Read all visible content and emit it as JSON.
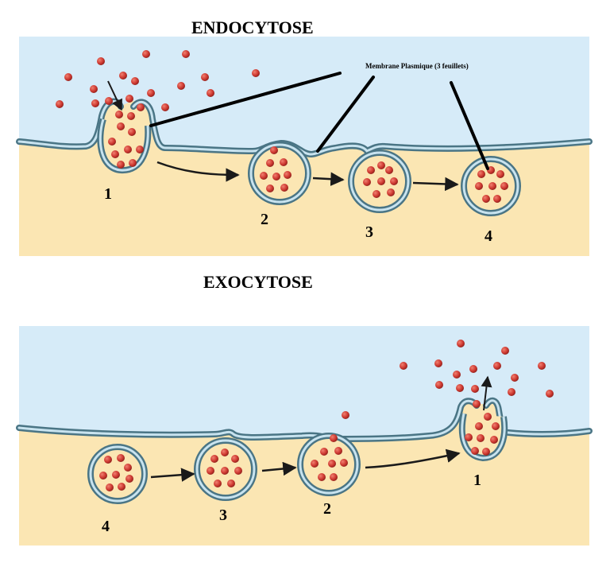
{
  "titles": {
    "endocytose": "ENDOCYTOSE",
    "exocytose": "EXOCYTOSE"
  },
  "membrane_label": "Membrane Plasmique (3 feuillets)",
  "endocytose_steps": [
    "1",
    "2",
    "3",
    "4"
  ],
  "exocytose_steps": [
    "4",
    "3",
    "2",
    "1"
  ],
  "colors": {
    "extracellular": "#d6ebf8",
    "cytoplasm": "#fbe6b3",
    "membrane_fill": "#c8e3ef",
    "membrane_line": "#4a7585",
    "particle": "#cf3a32",
    "arrow": "#1a1a1a"
  }
}
